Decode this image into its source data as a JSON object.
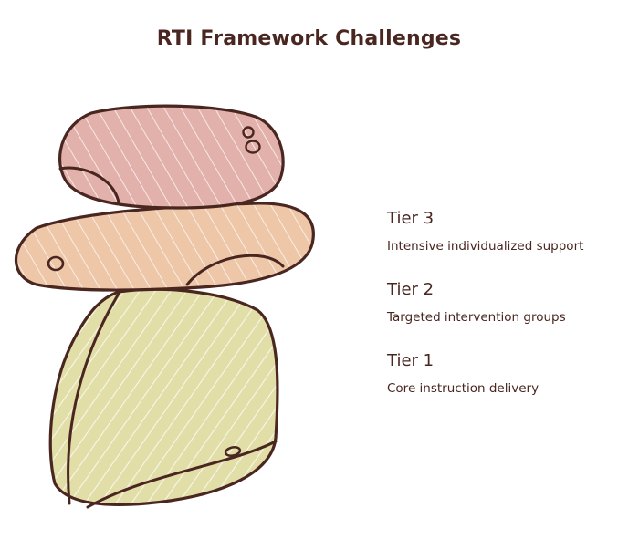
{
  "title": "RTI Framework Challenges",
  "colors": {
    "outline": "#4a2620",
    "tier3_fill": "#e3b1ab",
    "tier2_fill": "#eec6a8",
    "tier1_fill": "#e2dea8",
    "text": "#4a2620"
  },
  "tiers": [
    {
      "name": "Tier 3",
      "description": "Intensive individualized support"
    },
    {
      "name": "Tier 2",
      "description": "Targeted intervention groups"
    },
    {
      "name": "Tier 1",
      "description": "Core instruction delivery"
    }
  ]
}
